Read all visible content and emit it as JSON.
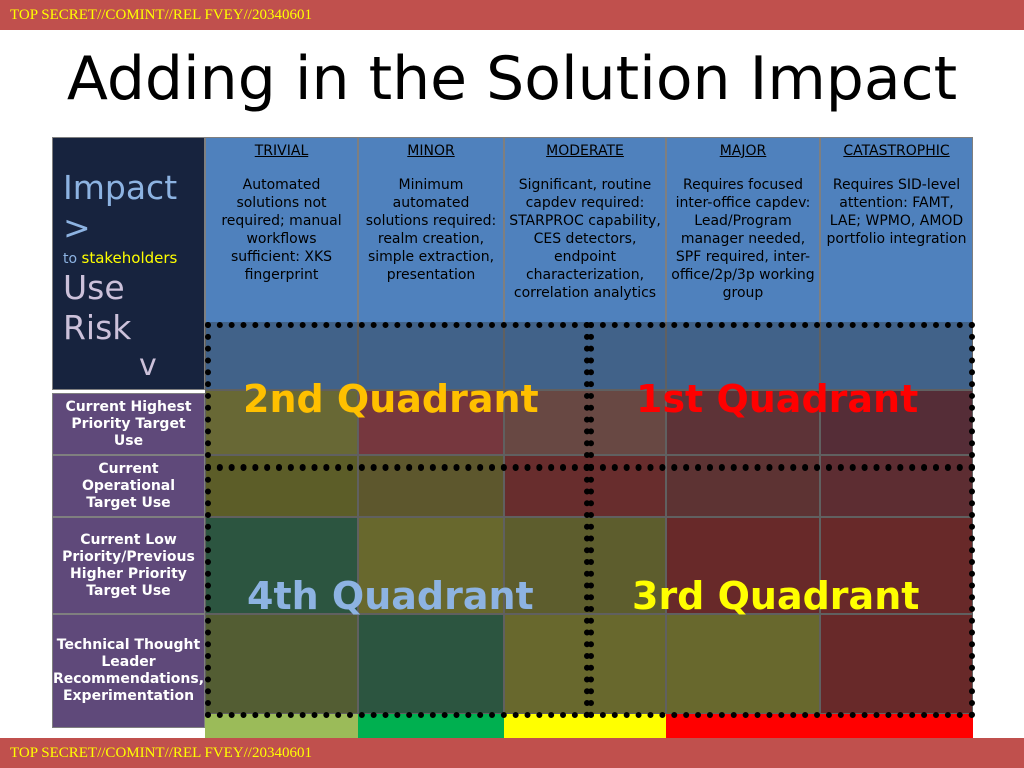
{
  "classification": "TOP SECRET//COMINT//REL FVEY//20340601",
  "title": "Adding in the Solution Impact",
  "corner": {
    "impact": "Impact",
    "impact_arrow": ">",
    "to": "to",
    "stakeholders": "stakeholders",
    "use": "Use",
    "risk": "Risk",
    "risk_arrow": "v"
  },
  "columns": [
    {
      "label": "TRIVIAL",
      "desc": "Automated solutions not required; manual workflows sufficient: XKS fingerprint"
    },
    {
      "label": "MINOR",
      "desc": "Minimum automated solutions required: realm creation, simple extraction, presentation"
    },
    {
      "label": "MODERATE",
      "desc": "Significant, routine capdev required: STARPROC capability, CES detectors, endpoint characterization, correlation analytics"
    },
    {
      "label": "MAJOR",
      "desc": "Requires focused inter-office capdev: Lead/Program manager needed, SPF required, inter-office/2p/3p working group"
    },
    {
      "label": "CATASTROPHIC",
      "desc": "Requires SID-level attention: FAMT, LAE; WPMO, AMOD portfolio integration"
    }
  ],
  "rows": [
    {
      "label": "Current Highest Priority Target Use"
    },
    {
      "label": "Current Operational Target Use"
    },
    {
      "label": "Current Low Priority/Previous Higher Priority Target Use"
    },
    {
      "label": "Technical Thought Leader Recommendations, Experimentation"
    }
  ],
  "cell_colors": [
    [
      "#8a8a3c",
      "#a0404a",
      "#8a5a52",
      "#7a3a40",
      "#6e3040"
    ],
    [
      "#787a28",
      "#7a7030",
      "#8a3030",
      "#7a3a3a",
      "#7a3038"
    ],
    [
      "#2f6e4e",
      "#8a8a30",
      "#7a7a30",
      "#8a2a2a",
      "#8a2a2a"
    ],
    [
      "#6a7a3a",
      "#2f6e4e",
      "#8a8a30",
      "#8a8a30",
      "#8a2a2a"
    ]
  ],
  "strip_colors": [
    "#9bbb59",
    "#00b050",
    "#ffff00",
    "#ff0000",
    "#ff0000"
  ],
  "quadrants": [
    {
      "label": "2nd Quadrant",
      "color": "#ffc000"
    },
    {
      "label": "1st Quadrant",
      "color": "#ff0000"
    },
    {
      "label": "4th Quadrant",
      "color": "#8db3e2"
    },
    {
      "label": "3rd Quadrant",
      "color": "#ffff00"
    }
  ]
}
